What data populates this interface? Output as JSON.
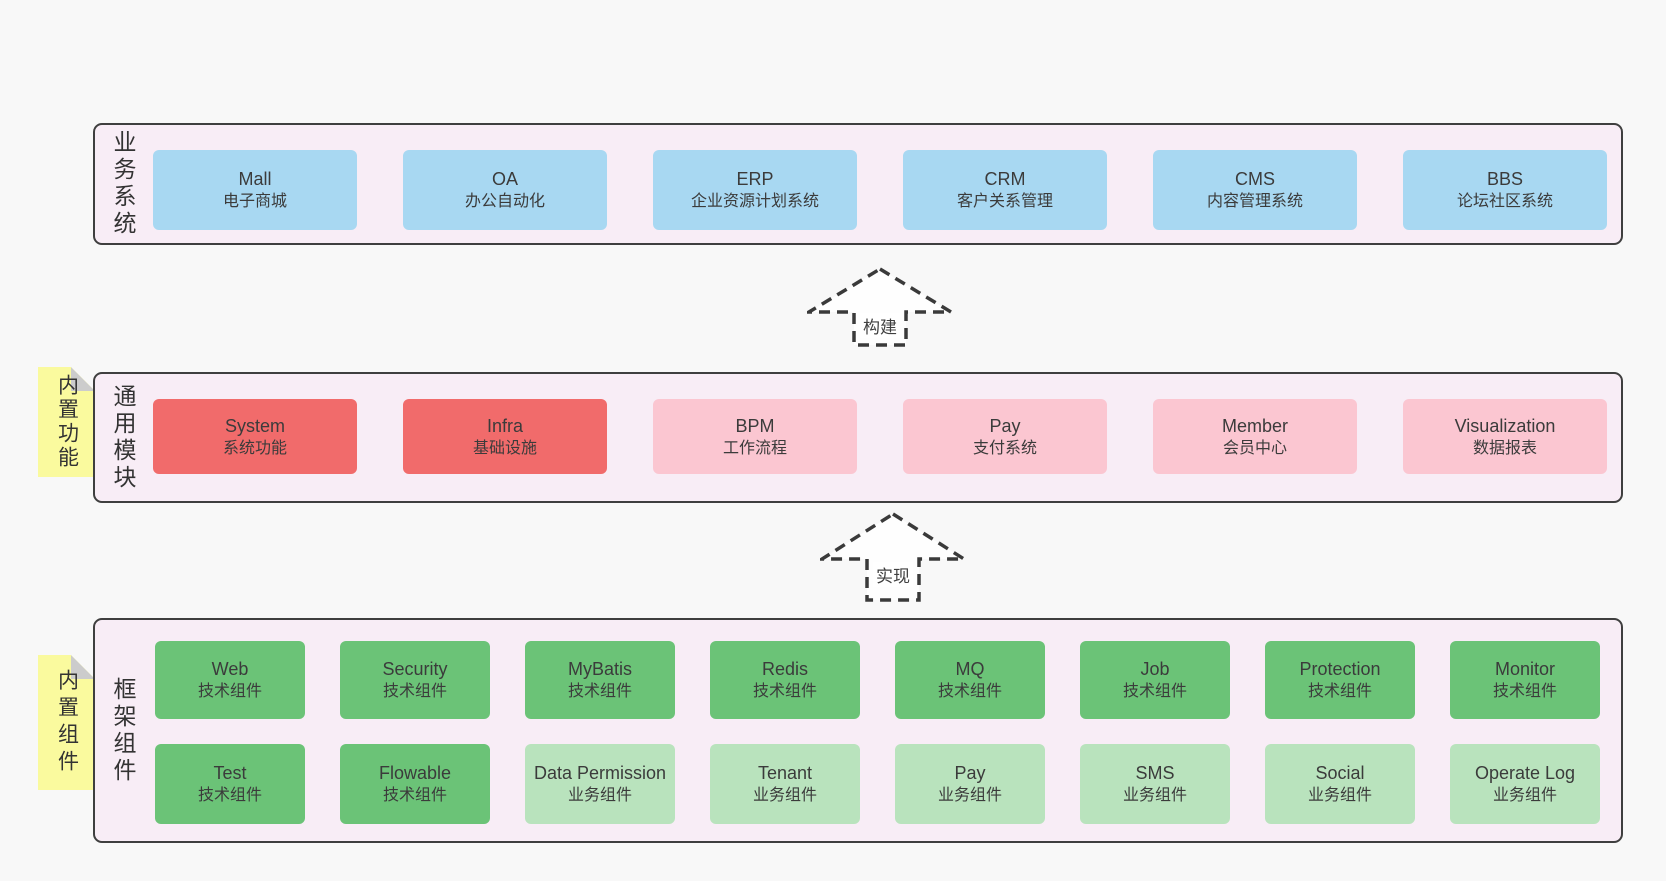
{
  "colors": {
    "background": "#f8f8f8",
    "container_fill": "#f8edf6",
    "container_border": "#3f3f3f",
    "blue_box": "#a8d8f2",
    "red_box": "#f16b6b",
    "pink_box": "#fbc6d1",
    "green_box": "#6bc377",
    "light_green_box": "#b9e3bd",
    "sticky_yellow": "#fafa9e",
    "fold_gray": "#cccccc",
    "text": "#3b3b3b"
  },
  "layers": {
    "business": {
      "label": "业务系统",
      "items": [
        {
          "name": "Mall",
          "desc": "电子商城"
        },
        {
          "name": "OA",
          "desc": "办公自动化"
        },
        {
          "name": "ERP",
          "desc": "企业资源计划系统"
        },
        {
          "name": "CRM",
          "desc": "客户关系管理"
        },
        {
          "name": "CMS",
          "desc": "内容管理系统"
        },
        {
          "name": "BBS",
          "desc": "论坛社区系统"
        }
      ]
    },
    "modules": {
      "label": "通用模块",
      "sticky": "内置功能",
      "items": [
        {
          "name": "System",
          "desc": "系统功能",
          "variant": "red"
        },
        {
          "name": "Infra",
          "desc": "基础设施",
          "variant": "red"
        },
        {
          "name": "BPM",
          "desc": "工作流程",
          "variant": "pink"
        },
        {
          "name": "Pay",
          "desc": "支付系统",
          "variant": "pink"
        },
        {
          "name": "Member",
          "desc": "会员中心",
          "variant": "pink"
        },
        {
          "name": "Visualization",
          "desc": "数据报表",
          "variant": "pink"
        }
      ]
    },
    "components": {
      "label": "框架组件",
      "sticky": "内置组件",
      "row1": [
        {
          "name": "Web",
          "desc": "技术组件",
          "variant": "green"
        },
        {
          "name": "Security",
          "desc": "技术组件",
          "variant": "green"
        },
        {
          "name": "MyBatis",
          "desc": "技术组件",
          "variant": "green"
        },
        {
          "name": "Redis",
          "desc": "技术组件",
          "variant": "green"
        },
        {
          "name": "MQ",
          "desc": "技术组件",
          "variant": "green"
        },
        {
          "name": "Job",
          "desc": "技术组件",
          "variant": "green"
        },
        {
          "name": "Protection",
          "desc": "技术组件",
          "variant": "green"
        },
        {
          "name": "Monitor",
          "desc": "技术组件",
          "variant": "green"
        }
      ],
      "row2": [
        {
          "name": "Test",
          "desc": "技术组件",
          "variant": "green"
        },
        {
          "name": "Flowable",
          "desc": "技术组件",
          "variant": "green"
        },
        {
          "name": "Data Permission",
          "desc": "业务组件",
          "variant": "light-green"
        },
        {
          "name": "Tenant",
          "desc": "业务组件",
          "variant": "light-green"
        },
        {
          "name": "Pay",
          "desc": "业务组件",
          "variant": "light-green"
        },
        {
          "name": "SMS",
          "desc": "业务组件",
          "variant": "light-green"
        },
        {
          "name": "Social",
          "desc": "业务组件",
          "variant": "light-green"
        },
        {
          "name": "Operate Log",
          "desc": "业务组件",
          "variant": "light-green"
        }
      ]
    }
  },
  "arrows": {
    "build": {
      "label": "构建"
    },
    "implement": {
      "label": "实现"
    }
  }
}
